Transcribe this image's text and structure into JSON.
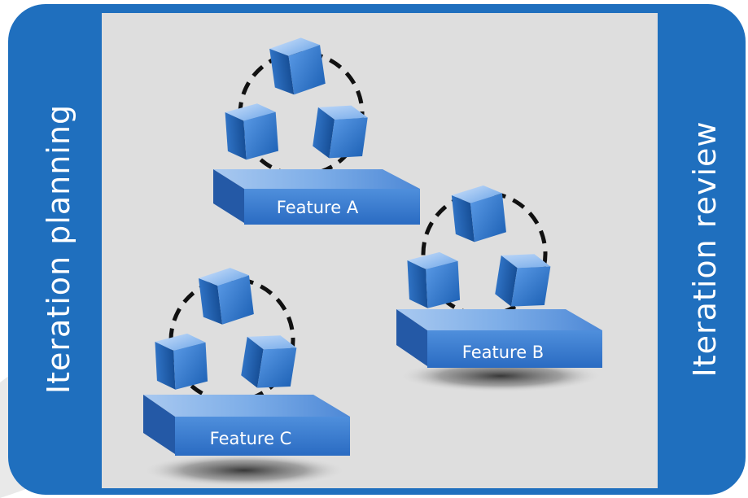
{
  "diagram": {
    "left_label": "Iteration planning",
    "right_label": "Iteration review",
    "features": [
      {
        "label": "Feature A"
      },
      {
        "label": "Feature B"
      },
      {
        "label": "Feature C"
      }
    ]
  },
  "colors": {
    "frame_blue": "#1f6fbe",
    "panel_gray": "#dedede",
    "cube_blue": "#3b86d4",
    "platform_blue": "#4b8ed8",
    "cycle_dash": "#111111"
  }
}
